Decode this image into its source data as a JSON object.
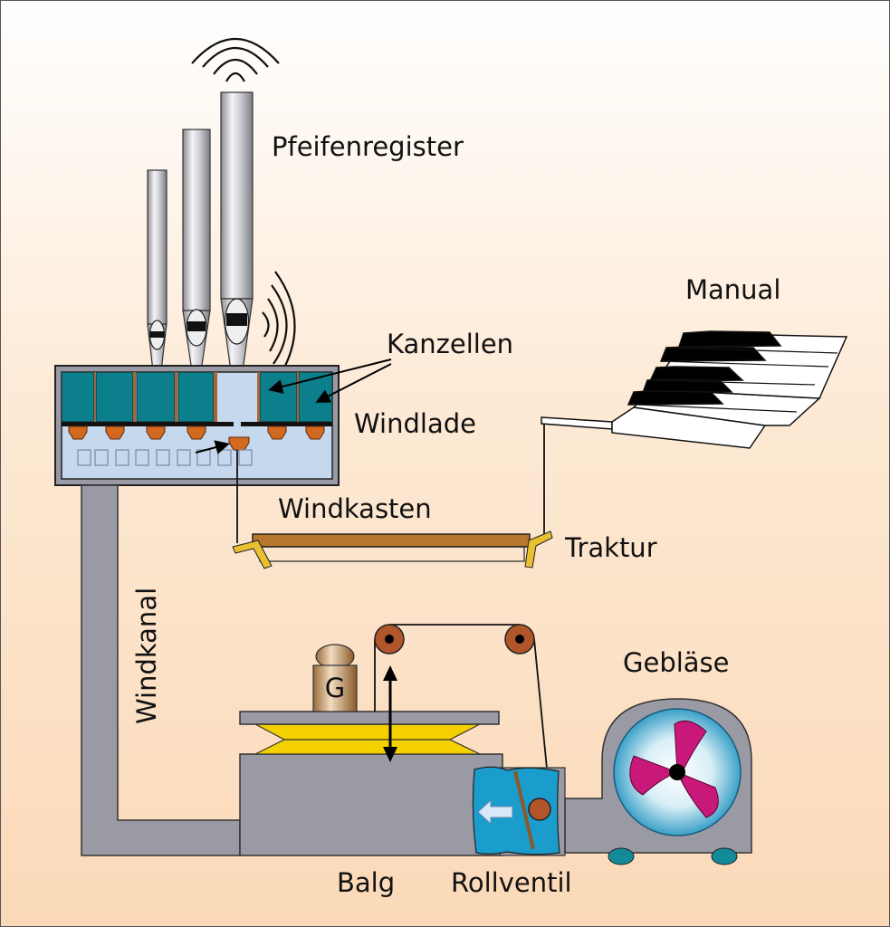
{
  "labels": {
    "pipes": "Pfeifenregister",
    "manual": "Manual",
    "channels": "Kanzellen",
    "windchest": "Windlade",
    "windbox": "Windkasten",
    "action": "Traktur",
    "windduct": "Windkanal",
    "blower": "Gebläse",
    "bellows": "Balg",
    "rollvalve": "Rollventil",
    "weight": "G"
  },
  "colors": {
    "bg_top": "#ffffff",
    "bg_bottom": "#fbdcbd",
    "gray": "#9a9aa4",
    "teal": "#0c7f8c",
    "lightblue": "#c6d8ee",
    "valve_orange": "#d2691e",
    "yellow": "#f5d000",
    "wood": "#b8772c",
    "bracket": "#e8c030",
    "pulley": "#b0562a",
    "blade": "#c8187a",
    "water": "#1a9ccc",
    "wheel": "#128a98"
  }
}
